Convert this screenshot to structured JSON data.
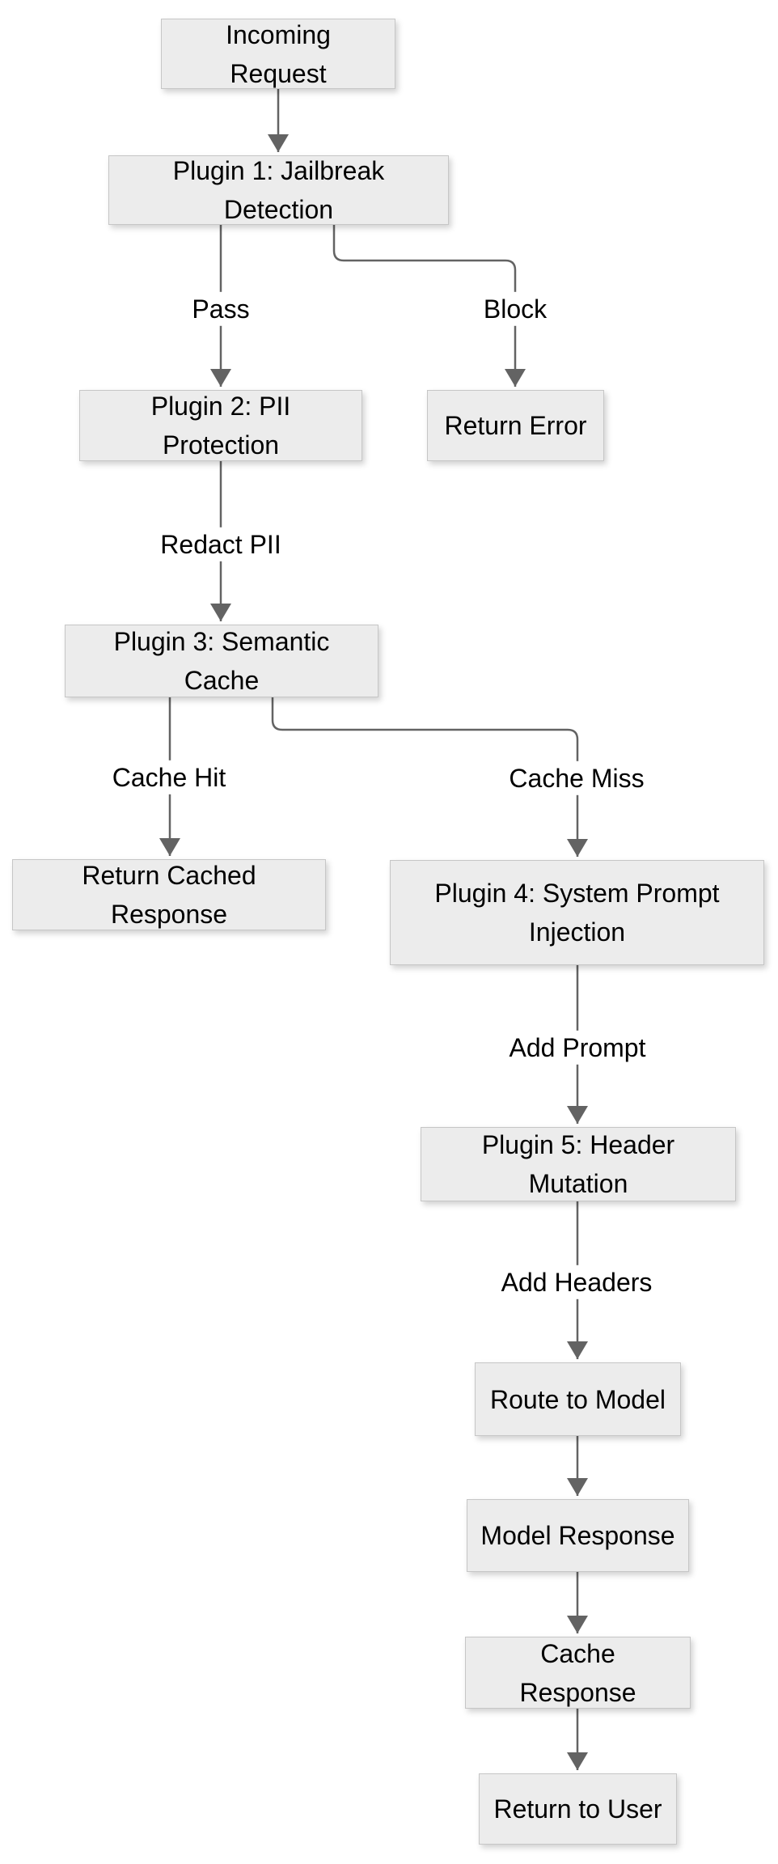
{
  "diagram": {
    "type": "flowchart",
    "direction": "top-down",
    "background_color": "#ffffff",
    "node_fill_color": "#ececec",
    "node_border_color": "#c6c6c6",
    "edge_line_color": "#636363",
    "arrowhead_color": "#636363",
    "text_color": "#000000"
  },
  "nodes": {
    "incoming_request": {
      "label": "Incoming Request"
    },
    "plugin1": {
      "label": "Plugin 1: Jailbreak Detection"
    },
    "plugin2": {
      "label": "Plugin 2: PII Protection"
    },
    "return_error": {
      "label": "Return Error"
    },
    "plugin3": {
      "label": "Plugin 3: Semantic Cache"
    },
    "return_cached": {
      "label": "Return Cached Response"
    },
    "plugin4": {
      "label": "Plugin 4: System Prompt Injection"
    },
    "plugin5": {
      "label": "Plugin 5: Header Mutation"
    },
    "route_to_model": {
      "label": "Route to Model"
    },
    "model_response": {
      "label": "Model Response"
    },
    "cache_response": {
      "label": "Cache Response"
    },
    "return_to_user": {
      "label": "Return to User"
    }
  },
  "edges": [
    {
      "from": "incoming_request",
      "to": "plugin1",
      "label": ""
    },
    {
      "from": "plugin1",
      "to": "plugin2",
      "label": "Pass"
    },
    {
      "from": "plugin1",
      "to": "return_error",
      "label": "Block"
    },
    {
      "from": "plugin2",
      "to": "plugin3",
      "label": "Redact PII"
    },
    {
      "from": "plugin3",
      "to": "return_cached",
      "label": "Cache Hit"
    },
    {
      "from": "plugin3",
      "to": "plugin4",
      "label": "Cache Miss"
    },
    {
      "from": "plugin4",
      "to": "plugin5",
      "label": "Add Prompt"
    },
    {
      "from": "plugin5",
      "to": "route_to_model",
      "label": "Add Headers"
    },
    {
      "from": "route_to_model",
      "to": "model_response",
      "label": ""
    },
    {
      "from": "model_response",
      "to": "cache_response",
      "label": ""
    },
    {
      "from": "cache_response",
      "to": "return_to_user",
      "label": ""
    }
  ]
}
